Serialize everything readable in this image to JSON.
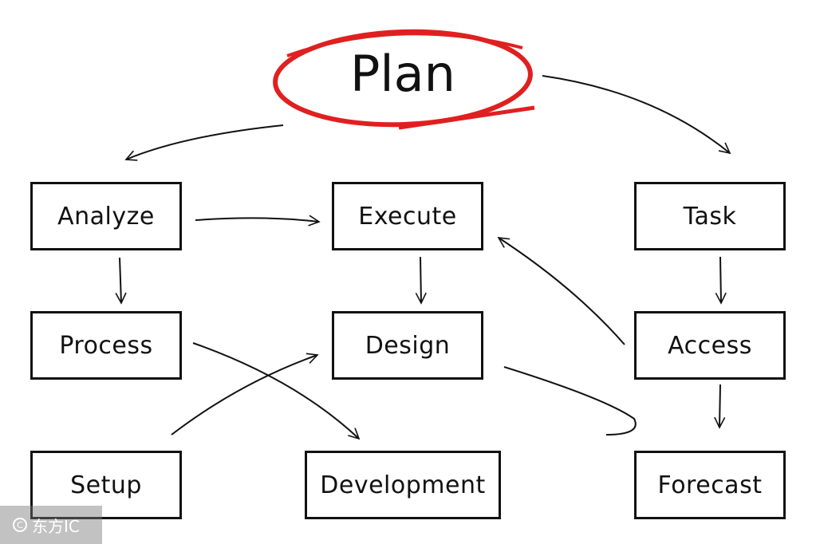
{
  "title": "Plan",
  "accent_color": "#e02020",
  "line_color": "#111111",
  "nodes": [
    {
      "id": "analyze",
      "label": "Analyze"
    },
    {
      "id": "execute",
      "label": "Execute"
    },
    {
      "id": "task",
      "label": "Task"
    },
    {
      "id": "process",
      "label": "Process"
    },
    {
      "id": "design",
      "label": "Design"
    },
    {
      "id": "access",
      "label": "Access"
    },
    {
      "id": "setup",
      "label": "Setup"
    },
    {
      "id": "development",
      "label": "Development"
    },
    {
      "id": "forecast",
      "label": "Forecast"
    }
  ],
  "edges": [
    {
      "from": "plan",
      "to": "analyze"
    },
    {
      "from": "plan",
      "to": "task"
    },
    {
      "from": "analyze",
      "to": "execute"
    },
    {
      "from": "analyze",
      "to": "process"
    },
    {
      "from": "execute",
      "to": "design"
    },
    {
      "from": "task",
      "to": "access"
    },
    {
      "from": "access",
      "to": "execute"
    },
    {
      "from": "access",
      "to": "forecast"
    },
    {
      "from": "process",
      "to": "development"
    },
    {
      "from": "setup",
      "to": "design"
    },
    {
      "from": "design",
      "to": "forecast"
    }
  ],
  "watermark": {
    "icon": "copyright-icon",
    "text": "东方IC"
  }
}
